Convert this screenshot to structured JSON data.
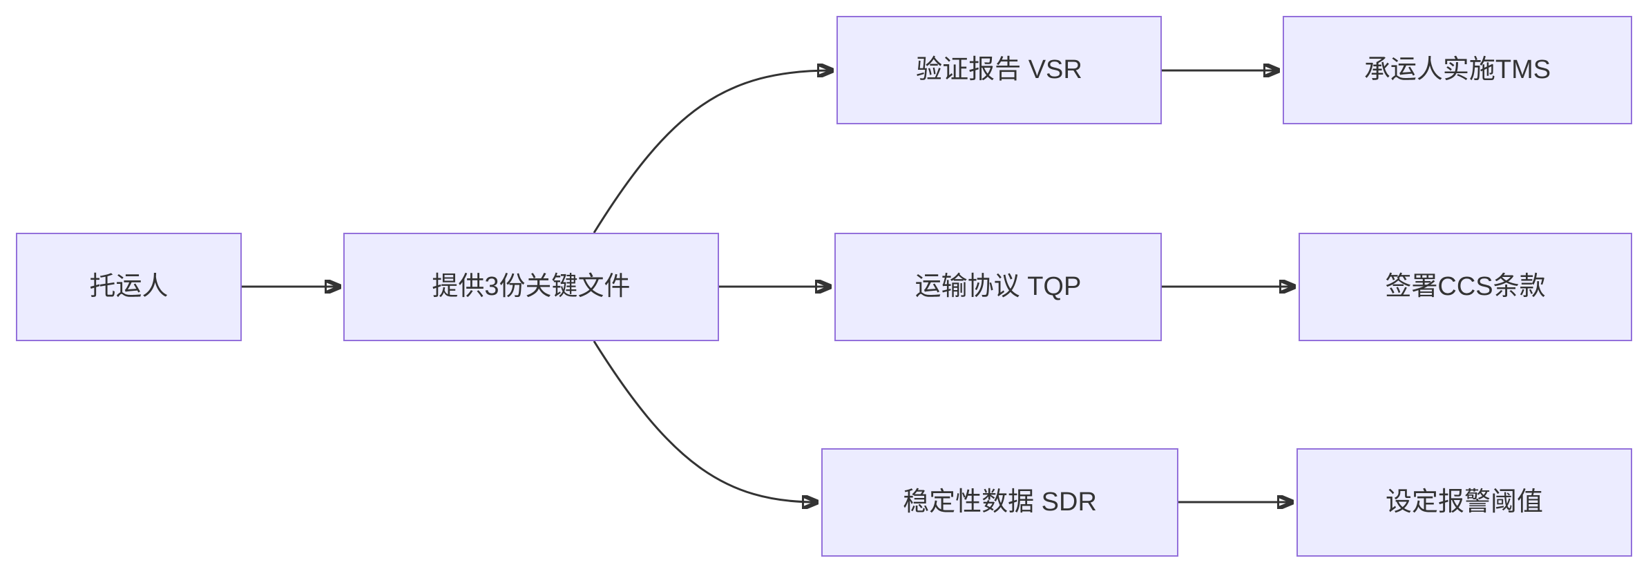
{
  "diagram": {
    "type": "flowchart",
    "direction": "left-to-right",
    "background": "#ffffff",
    "node_style": {
      "fill": "#ECECFF",
      "border": "#9370DB",
      "text_color": "#333333"
    },
    "edge_style": {
      "color": "#333333",
      "arrowhead": "filled-triangle"
    },
    "nodes": [
      {
        "id": "shipper",
        "label": "托运人"
      },
      {
        "id": "documents",
        "label": "提供3份关键文件"
      },
      {
        "id": "vsr",
        "label": "验证报告 VSR"
      },
      {
        "id": "tms",
        "label": "承运人实施TMS"
      },
      {
        "id": "tqp",
        "label": "运输协议 TQP"
      },
      {
        "id": "ccs",
        "label": "签署CCS条款"
      },
      {
        "id": "sdr",
        "label": "稳定性数据 SDR"
      },
      {
        "id": "alarm",
        "label": "设定报警阈值"
      }
    ],
    "edges": [
      {
        "from": "shipper",
        "to": "documents"
      },
      {
        "from": "documents",
        "to": "vsr"
      },
      {
        "from": "documents",
        "to": "tqp"
      },
      {
        "from": "documents",
        "to": "sdr"
      },
      {
        "from": "vsr",
        "to": "tms"
      },
      {
        "from": "tqp",
        "to": "ccs"
      },
      {
        "from": "sdr",
        "to": "alarm"
      }
    ]
  }
}
